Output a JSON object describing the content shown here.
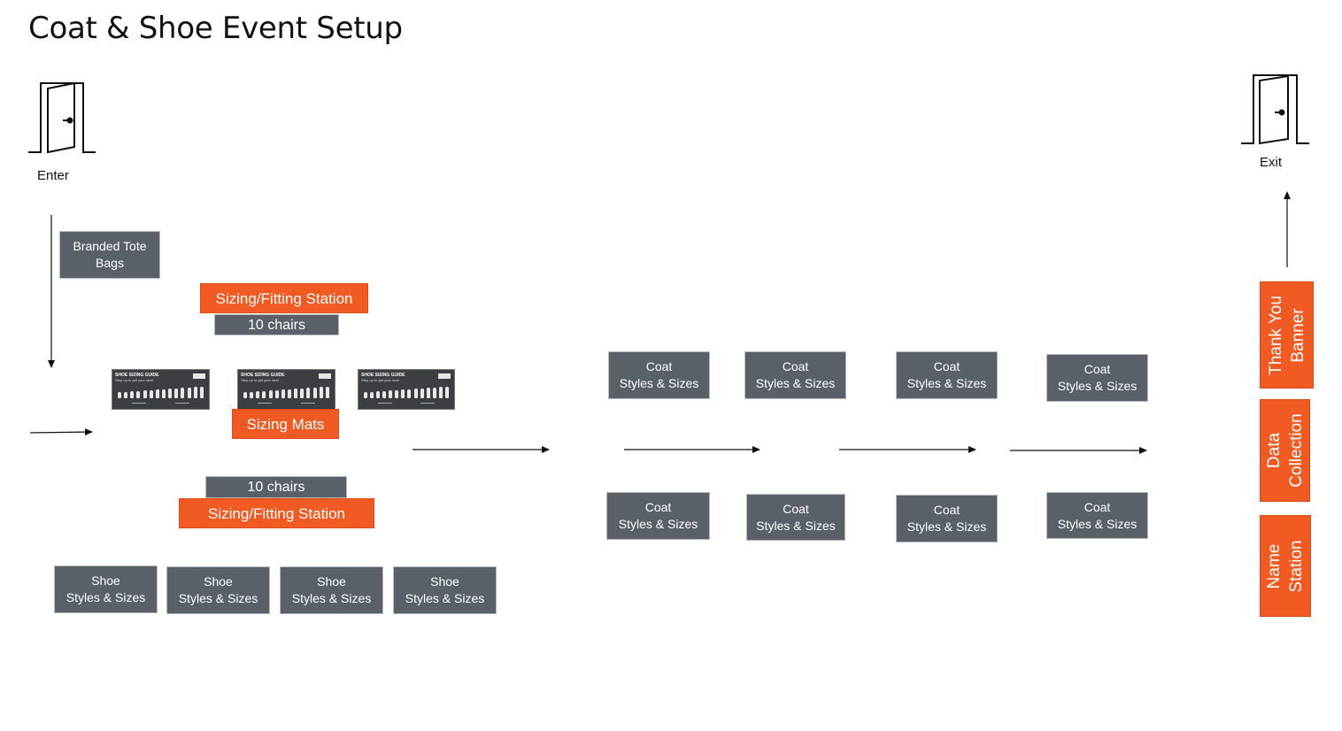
{
  "title": "Coat & Shoe Event Setup",
  "doors": {
    "enter_label": "Enter",
    "exit_label": "Exit"
  },
  "stations": {
    "tote_bags": "Branded Tote Bags",
    "fitting_top": "Sizing/Fitting Station",
    "chairs_top": "10 chairs",
    "sizing_mats": "Sizing Mats",
    "chairs_bottom": "10 chairs",
    "fitting_bottom": "Sizing/Fitting Station"
  },
  "shoe_sizing_guide": {
    "title": "SHOE SIZING GUIDE",
    "subtitle": "Step up to get your size!"
  },
  "shoe_boxes": [
    "Shoe|Styles & Sizes",
    "Shoe|Styles & Sizes",
    "Shoe|Styles & Sizes",
    "Shoe|Styles & Sizes"
  ],
  "coat_boxes": {
    "line1": "Coat",
    "line2": "Styles & Sizes"
  },
  "exit_stations": {
    "thank_you": [
      "Thank You",
      "Banner"
    ],
    "data_collection": [
      "Data",
      "Collection"
    ],
    "name_station": [
      "Name",
      "Station"
    ]
  },
  "colors": {
    "orange": "#f15a22",
    "gray": "#596068"
  }
}
